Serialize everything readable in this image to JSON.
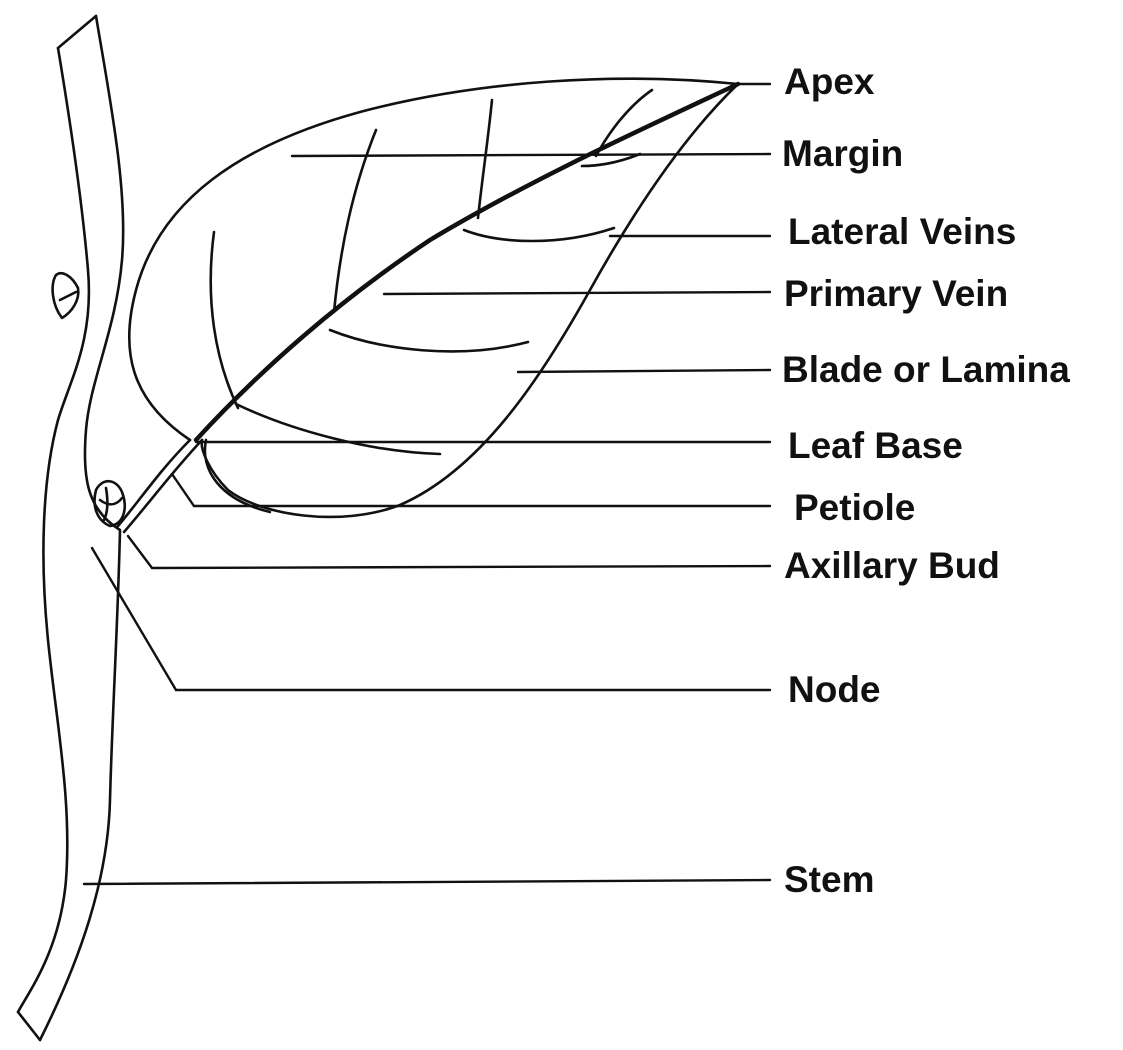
{
  "labels": {
    "apex": "Apex",
    "margin": "Margin",
    "lateral_veins": "Lateral Veins",
    "primary_vein": "Primary Vein",
    "blade": "Blade or Lamina",
    "leaf_base": "Leaf Base",
    "petiole": "Petiole",
    "axillary_bud": "Axillary Bud",
    "node": "Node",
    "stem": "Stem"
  }
}
